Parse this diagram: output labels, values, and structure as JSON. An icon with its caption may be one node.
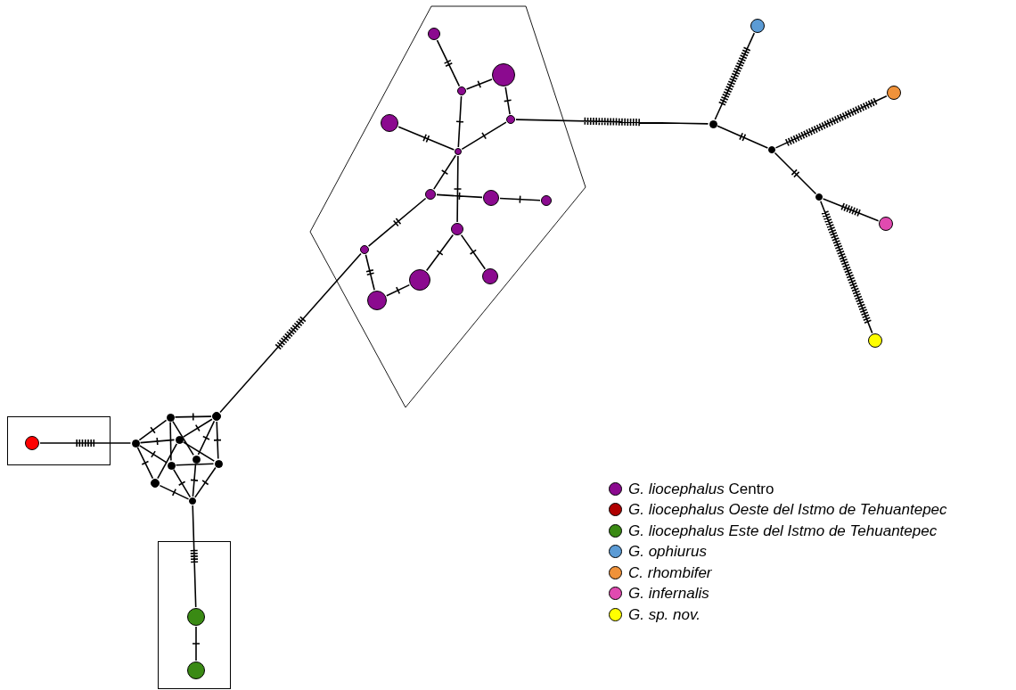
{
  "diagram": {
    "nodes": [
      {
        "text": [],
        "shape": "circle"
      },
      {
        "text": [],
        "shape": "circle"
      },
      {
        "text": [],
        "shape": "circle"
      },
      {
        "text": [],
        "shape": "circle"
      },
      {
        "text": [],
        "shape": "circle"
      },
      {
        "text": [],
        "shape": "circle"
      },
      {
        "text": [],
        "shape": "circle"
      },
      {
        "text": [],
        "shape": "circle"
      },
      {
        "text": [],
        "shape": "circle"
      },
      {
        "text": [],
        "shape": "circle"
      },
      {
        "text": [],
        "shape": "circle"
      },
      {
        "text": [],
        "shape": "circle"
      },
      {
        "text": [],
        "shape": "circle"
      },
      {
        "text": [],
        "shape": "circle"
      },
      {
        "text": [],
        "shape": "circle"
      },
      {
        "text": [],
        "shape": "circle"
      },
      {
        "text": [],
        "shape": "circle"
      },
      {
        "text": [],
        "shape": "circle"
      },
      {
        "text": [],
        "shape": "circle"
      },
      {
        "text": [],
        "shape": "circle"
      },
      {
        "text": [],
        "shape": "circle"
      },
      {
        "text": [],
        "shape": "circle"
      },
      {
        "text": [],
        "shape": "circle"
      },
      {
        "text": [],
        "shape": "circle"
      },
      {
        "text": [],
        "shape": "circle"
      },
      {
        "text": [],
        "shape": "circle"
      },
      {
        "text": [],
        "shape": "circle"
      },
      {
        "text": [],
        "shape": "circle"
      },
      {
        "text": [],
        "shape": "circle"
      },
      {
        "text": [],
        "shape": "circle"
      },
      {
        "text": [],
        "shape": "circle"
      },
      {
        "text": [],
        "shape": "circle"
      },
      {
        "text": [],
        "shape": "circle"
      }
    ],
    "edges": [
      {
        "from": 0,
        "to": 1,
        "arrow": "none"
      },
      {
        "from": 1,
        "to": 3,
        "arrow": "none"
      },
      {
        "from": 1,
        "to": 5,
        "arrow": "none"
      },
      {
        "from": 1,
        "to": 4,
        "arrow": "none"
      },
      {
        "from": 1,
        "to": 2,
        "arrow": "none"
      },
      {
        "from": 3,
        "to": 10,
        "arrow": "none"
      },
      {
        "from": 3,
        "to": 4,
        "arrow": "none"
      },
      {
        "from": 3,
        "to": 7,
        "arrow": "none"
      },
      {
        "from": 10,
        "to": 5,
        "arrow": "none"
      },
      {
        "from": 10,
        "to": 7,
        "arrow": "none"
      },
      {
        "from": 10,
        "to": 11,
        "arrow": "none"
      },
      {
        "from": 5,
        "to": 2,
        "arrow": "none"
      },
      {
        "from": 5,
        "to": 11,
        "arrow": "none"
      },
      {
        "from": 4,
        "to": 11,
        "arrow": "none"
      },
      {
        "from": 4,
        "to": 6,
        "arrow": "none"
      },
      {
        "from": 7,
        "to": 6,
        "arrow": "none"
      },
      {
        "from": 11,
        "to": 6,
        "arrow": "none"
      },
      {
        "from": 2,
        "to": 6,
        "arrow": "none"
      },
      {
        "from": 6,
        "to": 8,
        "arrow": "none"
      },
      {
        "from": 8,
        "to": 9,
        "arrow": "none"
      },
      {
        "from": 10,
        "to": 12,
        "arrow": "none"
      },
      {
        "from": 12,
        "to": 16,
        "arrow": "none"
      },
      {
        "from": 12,
        "to": 13,
        "arrow": "none"
      },
      {
        "from": 13,
        "to": 15,
        "arrow": "none"
      },
      {
        "from": 15,
        "to": 18,
        "arrow": "none"
      },
      {
        "from": 18,
        "to": 21,
        "arrow": "none"
      },
      {
        "from": 18,
        "to": 19,
        "arrow": "none"
      },
      {
        "from": 16,
        "to": 19,
        "arrow": "none"
      },
      {
        "from": 16,
        "to": 22,
        "arrow": "none"
      },
      {
        "from": 22,
        "to": 25,
        "arrow": "none"
      },
      {
        "from": 14,
        "to": 19,
        "arrow": "none"
      },
      {
        "from": 19,
        "to": 20,
        "arrow": "none"
      },
      {
        "from": 19,
        "to": 24,
        "arrow": "none"
      },
      {
        "from": 20,
        "to": 17,
        "arrow": "none"
      },
      {
        "from": 20,
        "to": 23,
        "arrow": "none"
      },
      {
        "from": 23,
        "to": 24,
        "arrow": "none"
      },
      {
        "from": 24,
        "to": 26,
        "arrow": "none"
      },
      {
        "from": 26,
        "to": 27,
        "arrow": "none"
      },
      {
        "from": 26,
        "to": 28,
        "arrow": "none"
      },
      {
        "from": 28,
        "to": 32,
        "arrow": "none"
      },
      {
        "from": 28,
        "to": 29,
        "arrow": "none"
      },
      {
        "from": 29,
        "to": 31,
        "arrow": "none"
      },
      {
        "from": 29,
        "to": 30,
        "arrow": "none"
      }
    ],
    "legend": [
      {
        "text": "*G. liocephalus* Centro",
        "color": "#8b0a8f"
      },
      {
        "text": "*G. liocephalus Oeste del Istmo de Tehuantepec*",
        "color": "#b00000"
      },
      {
        "text": "*G. liocephalus Este del Istmo de Tehuantepec*",
        "color": "#3a8a14"
      },
      {
        "text": "*G. ophiurus*",
        "color": "#5b9bd5"
      },
      {
        "text": "*C. rhombifer*",
        "color": "#f0923a"
      },
      {
        "text": "*G. infernalis*",
        "color": "#e04ab0"
      },
      {
        "text": "*G. sp. nov.*",
        "color": "#ffff00"
      }
    ]
  }
}
